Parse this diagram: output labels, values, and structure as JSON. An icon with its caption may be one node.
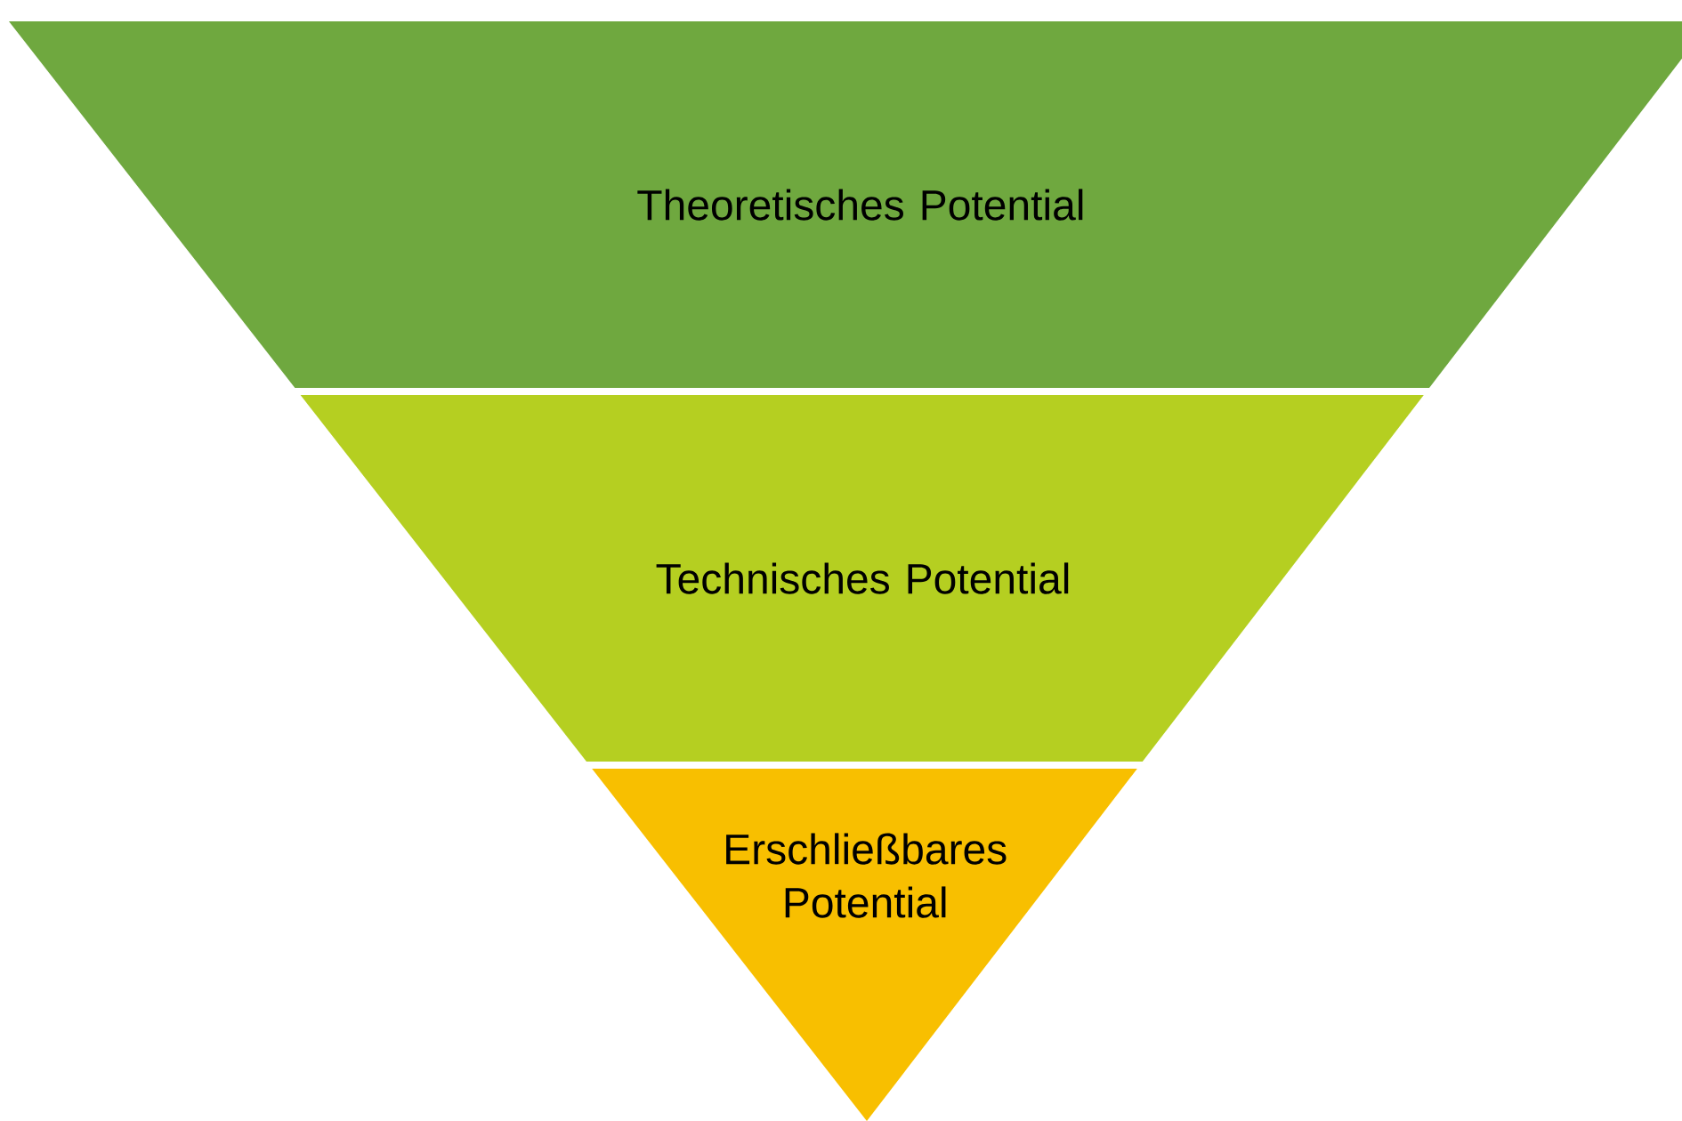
{
  "diagram": {
    "nodes": [
      {
        "text": [
          "Theoretisches Potential"
        ]
      },
      {
        "text": [
          "Technisches Potential"
        ]
      },
      {
        "text": [
          "Erschließbares Potential"
        ]
      }
    ]
  }
}
